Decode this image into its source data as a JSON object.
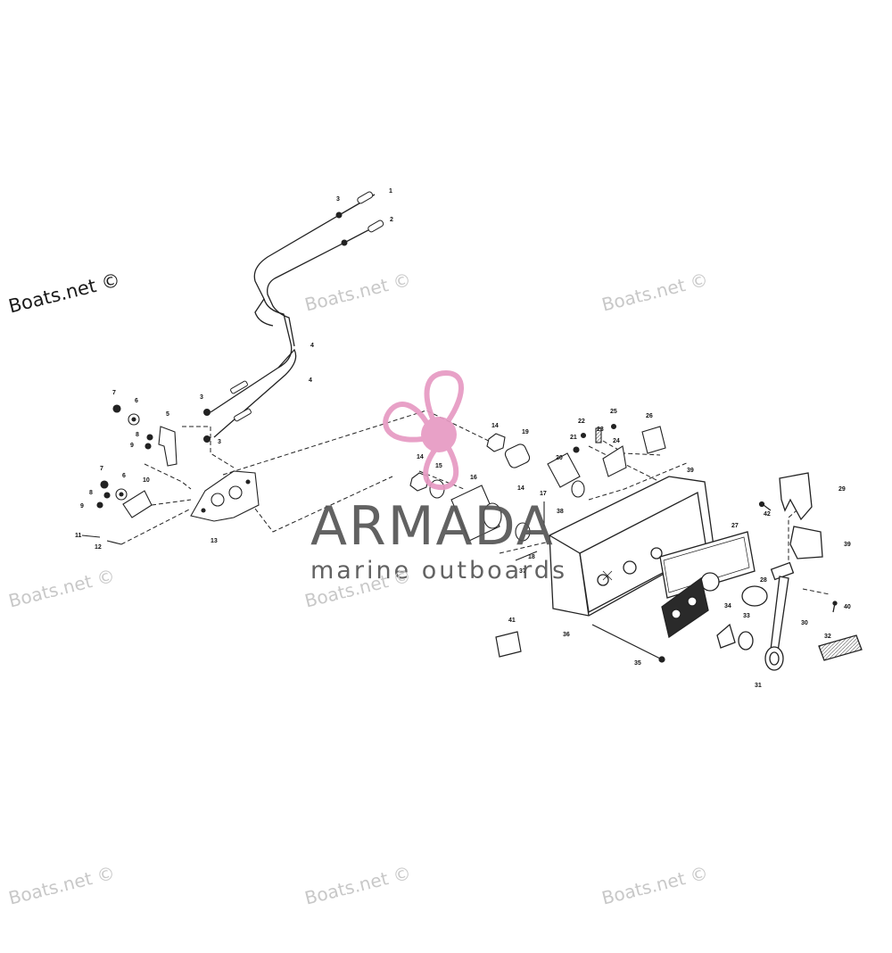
{
  "watermarks": {
    "primary": "Boats.net ©",
    "faint": "Boats.net ©"
  },
  "brand": {
    "name": "ARMADA",
    "tagline": "marine outboards",
    "colors": {
      "logo_pink": "#e79ac3",
      "logo_dark": "#d06aa3",
      "text_gray": "#555555"
    }
  },
  "diagram": {
    "panel_text": "",
    "callouts": {
      "c1": "1",
      "c2": "2",
      "c3a": "3",
      "c3b": "3",
      "c3c": "3",
      "c4a": "4",
      "c4b": "4",
      "c5": "5",
      "c6a": "6",
      "c6b": "6",
      "c7a": "7",
      "c7b": "7",
      "c8a": "8",
      "c8b": "8",
      "c9a": "9",
      "c9b": "9",
      "c10": "10",
      "c11": "11",
      "c12": "12",
      "c13": "13",
      "c14a": "14",
      "c14b": "14",
      "c14c": "14",
      "c15": "15",
      "c16": "16",
      "c17": "17",
      "c18": "18",
      "c19": "19",
      "c20": "20",
      "c21": "21",
      "c22": "22",
      "c23": "23",
      "c24": "24",
      "c25": "25",
      "c26": "26",
      "c27": "27",
      "c28": "28",
      "c29": "29",
      "c30": "30",
      "c31": "31",
      "c32": "32",
      "c33": "33",
      "c34": "34",
      "c35": "35",
      "c36": "36",
      "c37": "37",
      "c38": "38",
      "c39a": "39",
      "c39b": "39",
      "c40": "40",
      "c41": "41",
      "c42": "42"
    }
  }
}
